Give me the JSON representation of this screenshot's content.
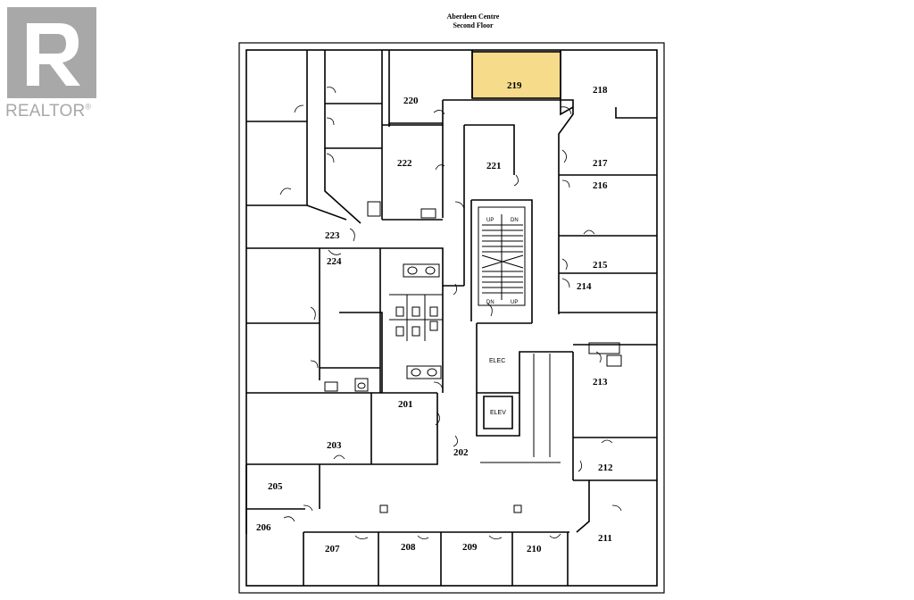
{
  "logo": {
    "text": "REALTOR",
    "mark": "R"
  },
  "header": {
    "building": "Aberdeen Centre",
    "floor": "Second Floor"
  },
  "highlight_color": "#f6dc8a",
  "rooms": [
    {
      "id": "r219",
      "label": "219",
      "highlighted": true
    },
    {
      "id": "r218",
      "label": "218"
    },
    {
      "id": "r220",
      "label": "220"
    },
    {
      "id": "r221",
      "label": "221"
    },
    {
      "id": "r222",
      "label": "222"
    },
    {
      "id": "r217",
      "label": "217"
    },
    {
      "id": "r216",
      "label": "216"
    },
    {
      "id": "r215",
      "label": "215"
    },
    {
      "id": "r214",
      "label": "214"
    },
    {
      "id": "r223",
      "label": "223"
    },
    {
      "id": "r224",
      "label": "224"
    },
    {
      "id": "r213",
      "label": "213"
    },
    {
      "id": "r212",
      "label": "212"
    },
    {
      "id": "r201",
      "label": "201"
    },
    {
      "id": "r202",
      "label": "202"
    },
    {
      "id": "r203",
      "label": "203"
    },
    {
      "id": "r205",
      "label": "205"
    },
    {
      "id": "r206",
      "label": "206"
    },
    {
      "id": "r207",
      "label": "207"
    },
    {
      "id": "r208",
      "label": "208"
    },
    {
      "id": "r209",
      "label": "209"
    },
    {
      "id": "r210",
      "label": "210"
    },
    {
      "id": "r211",
      "label": "211"
    }
  ],
  "labels": {
    "elec": "ELEC",
    "elev": "ELEV",
    "up": "UP",
    "dn": "DN"
  }
}
